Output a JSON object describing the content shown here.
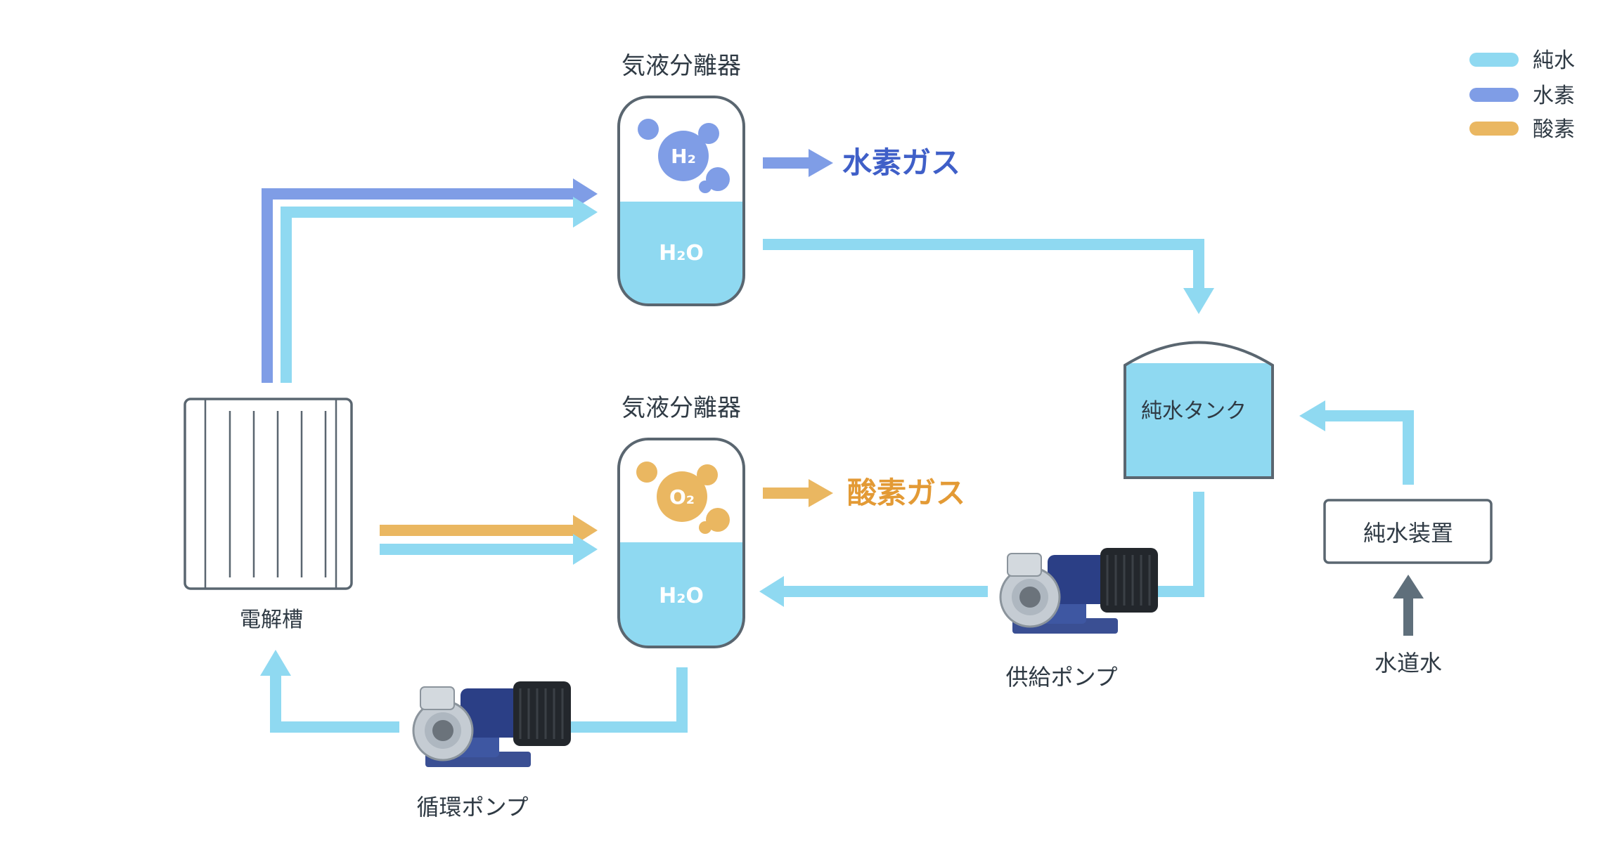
{
  "colors": {
    "pure_water": "#8fd9f1",
    "hydrogen": "#7f9de6",
    "oxygen": "#eab761",
    "outline": "#5a6670",
    "tap_water_arrow": "#5f6f7b",
    "hydrogen_text": "#3f5fc8",
    "oxygen_text": "#e39a35"
  },
  "legend": {
    "items": [
      {
        "label": "純水",
        "color_key": "pure_water"
      },
      {
        "label": "水素",
        "color_key": "hydrogen"
      },
      {
        "label": "酸素",
        "color_key": "oxygen"
      }
    ]
  },
  "separator_h2": {
    "title": "気液分離器",
    "gas_label": "H₂",
    "liquid_label": "H₂O",
    "output_label": "水素ガス"
  },
  "separator_o2": {
    "title": "気液分離器",
    "gas_label": "O₂",
    "liquid_label": "H₂O",
    "output_label": "酸素ガス"
  },
  "electrolyzer": {
    "label": "電解槽"
  },
  "pure_water_tank": {
    "label": "純水タンク"
  },
  "pure_water_unit": {
    "label": "純水装置"
  },
  "tap_water": {
    "label": "水道水"
  },
  "circulation_pump": {
    "label": "循環ポンプ",
    "icon": "pump-icon"
  },
  "supply_pump": {
    "label": "供給ポンプ",
    "icon": "pump-icon"
  }
}
